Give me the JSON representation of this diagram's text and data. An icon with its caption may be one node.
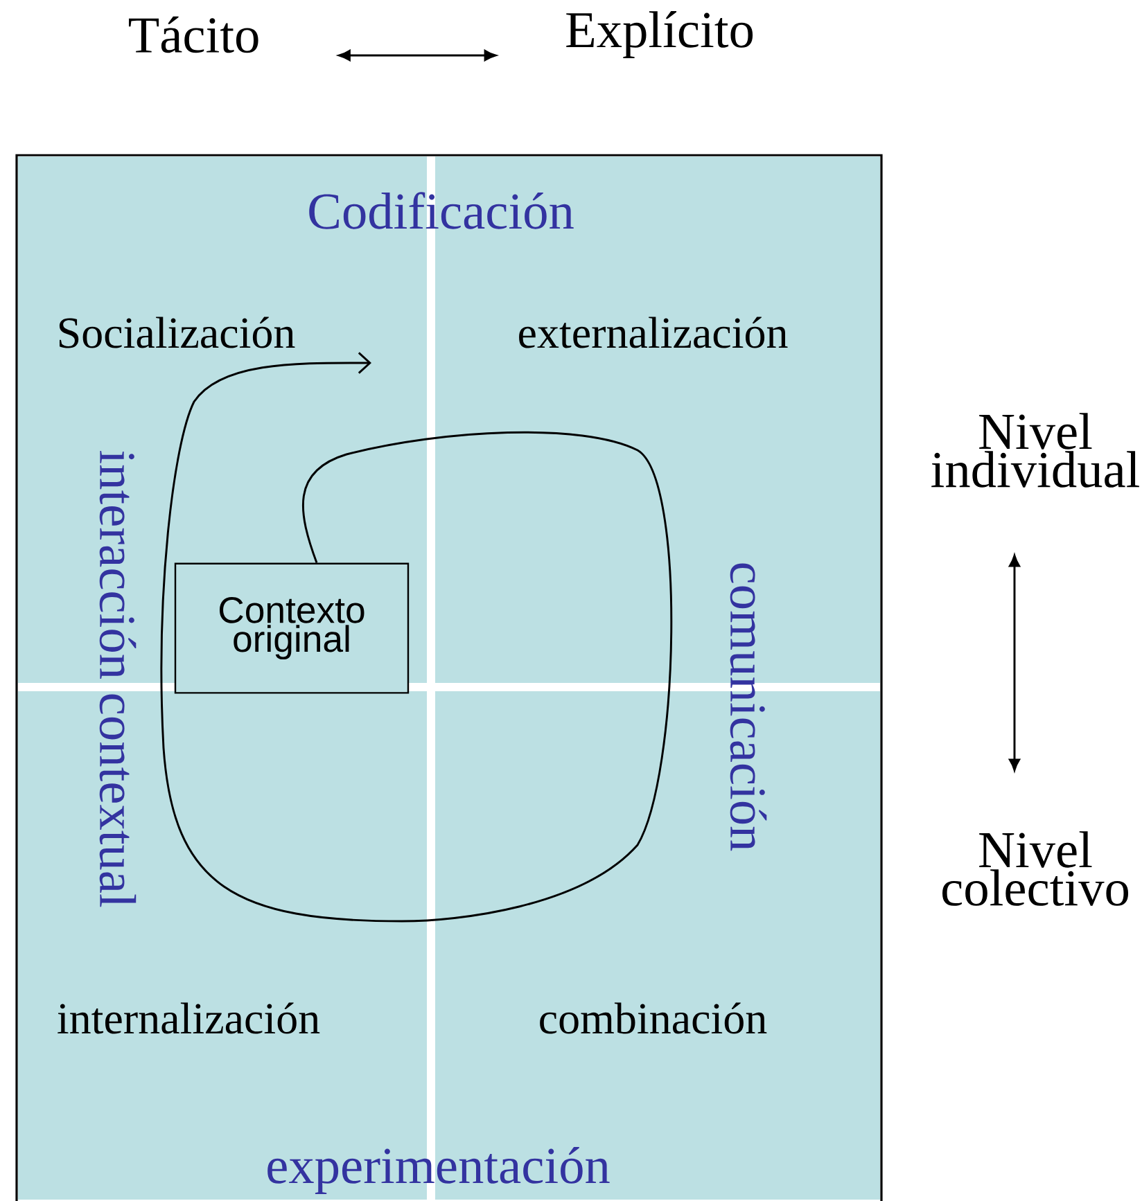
{
  "diagram": {
    "nodes": [
      {
        "text": [
          "Tácito"
        ]
      },
      {
        "text": [
          "Explícito"
        ]
      },
      {
        "text": [
          "Nivel individual"
        ]
      },
      {
        "text": [
          "Nivel colectivo"
        ]
      },
      {
        "text": [
          "Socialización"
        ]
      },
      {
        "text": [
          "externalización"
        ]
      },
      {
        "text": [
          "internalización"
        ]
      },
      {
        "text": [
          "combinación"
        ]
      },
      {
        "text": [
          "Contexto original"
        ]
      }
    ],
    "edges": [
      {
        "from": 0,
        "to": 1,
        "arrow": "both"
      },
      {
        "from": 2,
        "to": 3,
        "arrow": "both"
      },
      {
        "from": 8,
        "to": null,
        "arrow": "to"
      }
    ],
    "labels": [
      "Codificación",
      "interacción contextual",
      "comunicación",
      "experimentación"
    ]
  }
}
